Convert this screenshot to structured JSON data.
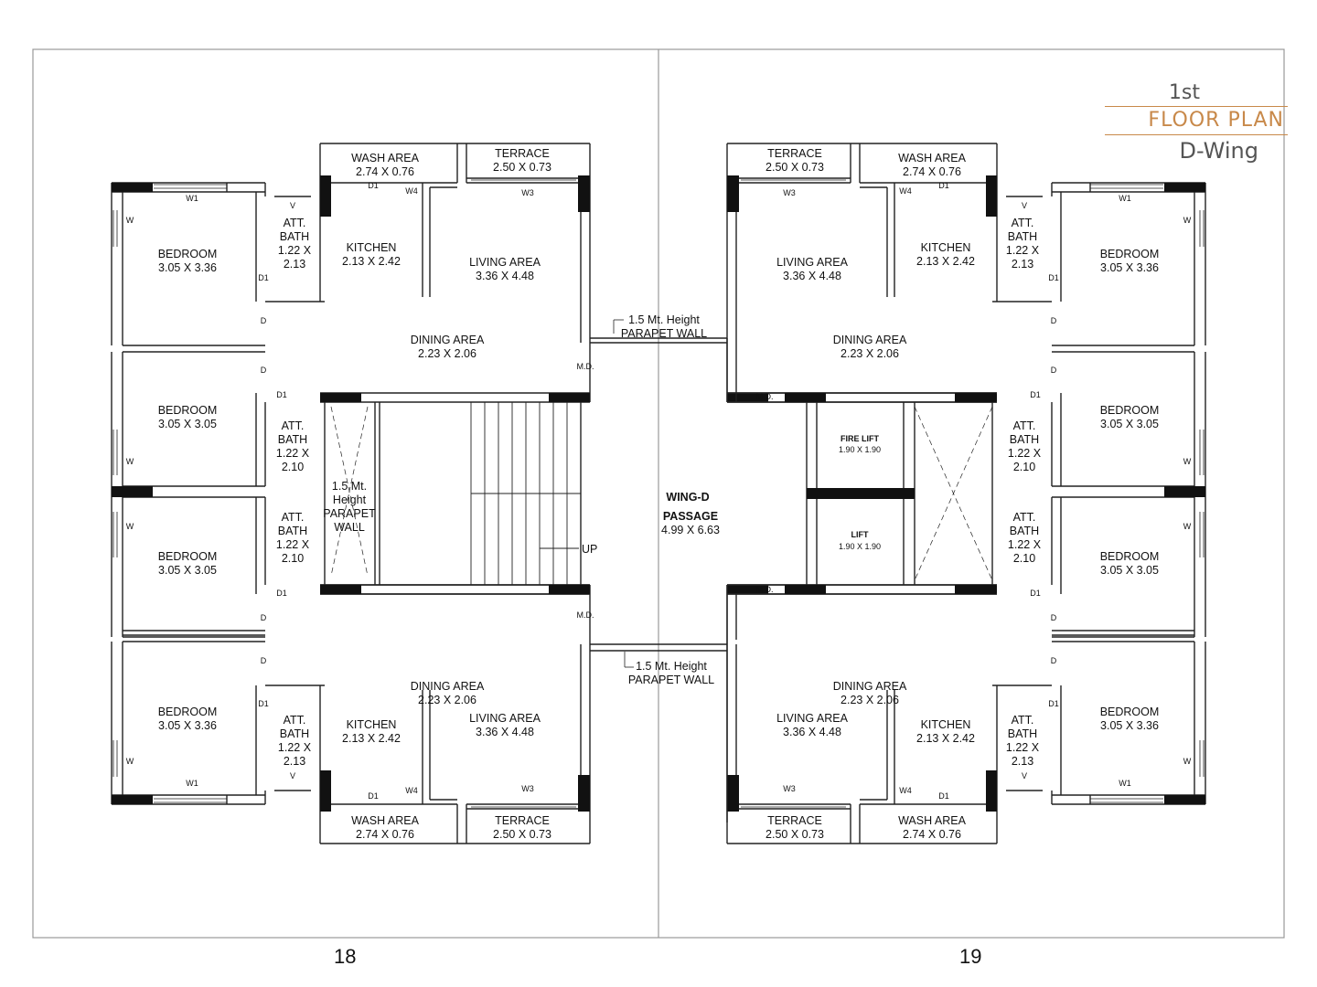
{
  "title": {
    "line1": "1st",
    "line2": "FLOOR PLAN",
    "line3": "D-Wing"
  },
  "wing_label": "WING-D",
  "passage": {
    "name": "PASSAGE",
    "size": "4.99 X 6.63"
  },
  "page_numbers": {
    "left": "18",
    "right": "19"
  },
  "up_label": "UP",
  "parapet_wall_text": {
    "line1": "1.5 Mt. Height",
    "line2": "PARAPET WALL"
  },
  "stair_parapet_text": [
    "1.5 Mt.",
    "Height",
    "PARAPET",
    "WALL"
  ],
  "lift": {
    "fire_lift": "FIRE LIFT",
    "lift": "LIFT",
    "size": "1.90 X 1.90"
  },
  "rooms": {
    "bedroom": "BEDROOM",
    "att_bath": [
      "ATT.",
      "BATH"
    ],
    "kitchen": "KITCHEN",
    "living_area": "LIVING AREA",
    "dining_area": "DINING AREA",
    "wash_area": "WASH AREA",
    "terrace": "TERRACE"
  },
  "sizes": {
    "bedroom_large": "3.05 X 3.36",
    "bedroom_small": "3.05 X 3.05",
    "att_bath_a": "1.22 X",
    "att_bath_b1": "2.13",
    "att_bath_b2": "2.10",
    "kitchen": "2.13 X 2.42",
    "living_area": "3.36 X 4.48",
    "dining_area": "2.23 X 2.06",
    "wash_area": "2.74 X 0.76",
    "terrace": "2.50 X 0.73"
  },
  "openings": {
    "w": "W",
    "w1": "W1",
    "w3": "W3",
    "w4": "W4",
    "d": "D",
    "d1": "D1",
    "v": "V",
    "md": "M.D."
  }
}
